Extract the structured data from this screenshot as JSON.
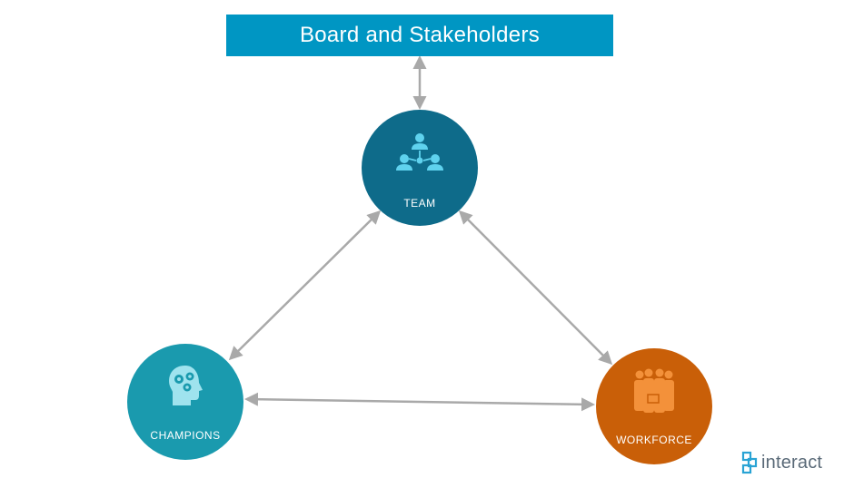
{
  "colors": {
    "board": "#0096c3",
    "team": "#0e6b8a",
    "champions": "#1a9aae",
    "workforce": "#c95f08",
    "workforce_icon": "#f3913a",
    "team_icon": "#5fd2ee",
    "champions_icon": "#9fe3ee",
    "arrow": "#a9a9a9",
    "logo_mark": "#29a3d4"
  },
  "board": {
    "title": "Board and Stakeholders"
  },
  "nodes": {
    "team": {
      "label": "TEAM",
      "icon": "org-chart-people-icon"
    },
    "champions": {
      "label": "CHAMPIONS",
      "icon": "head-gears-icon"
    },
    "workforce": {
      "label": "WORKFORCE",
      "icon": "group-of-workers-icon"
    }
  },
  "connections": [
    {
      "from": "board",
      "to": "team",
      "bidirectional": true
    },
    {
      "from": "team",
      "to": "champions",
      "bidirectional": true
    },
    {
      "from": "team",
      "to": "workforce",
      "bidirectional": true
    },
    {
      "from": "champions",
      "to": "workforce",
      "bidirectional": true
    }
  ],
  "logo": {
    "text": "interact",
    "icon": "interact-logo-icon"
  }
}
